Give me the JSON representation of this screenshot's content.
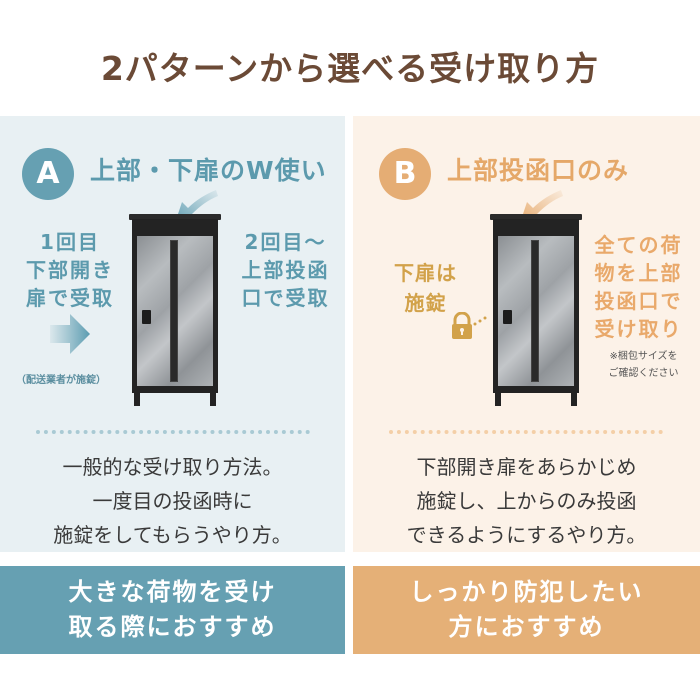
{
  "title": "2パターンから選べる受け取り方",
  "colors": {
    "title": "#6b4a36",
    "accent_a": "#66a0b2",
    "accent_b": "#e5ad74",
    "panel_a_bg": "#e8f0f3",
    "panel_b_bg": "#fcf2e8",
    "lock_gold": "#d2a24a"
  },
  "pattern_a": {
    "badge": "A",
    "heading": "上部・下扉のW使い",
    "left_note": [
      "1回目",
      "下部開き",
      "扉で受取"
    ],
    "right_note": [
      "2回目〜",
      "上部投函",
      "口で受取"
    ],
    "small_note": "（配送業者が施錠）",
    "description": [
      "一般的な受け取り方法。",
      "一度目の投函時に",
      "施錠をしてもらうやり方。"
    ],
    "footer": [
      "大きな荷物を受け",
      "取る際におすすめ"
    ]
  },
  "pattern_b": {
    "badge": "B",
    "heading": "上部投函口のみ",
    "lock_label": [
      "下扉は",
      "施錠"
    ],
    "right_note": [
      "全ての荷",
      "物を上部",
      "投函口で",
      "受け取り"
    ],
    "small_note": [
      "※梱包サイズを",
      "ご確認ください"
    ],
    "description": [
      "下部開き扉をあらかじめ",
      "施錠し、上からのみ投函",
      "できるようにするやり方。"
    ],
    "footer": [
      "しっかり防犯したい",
      "方におすすめ"
    ]
  }
}
